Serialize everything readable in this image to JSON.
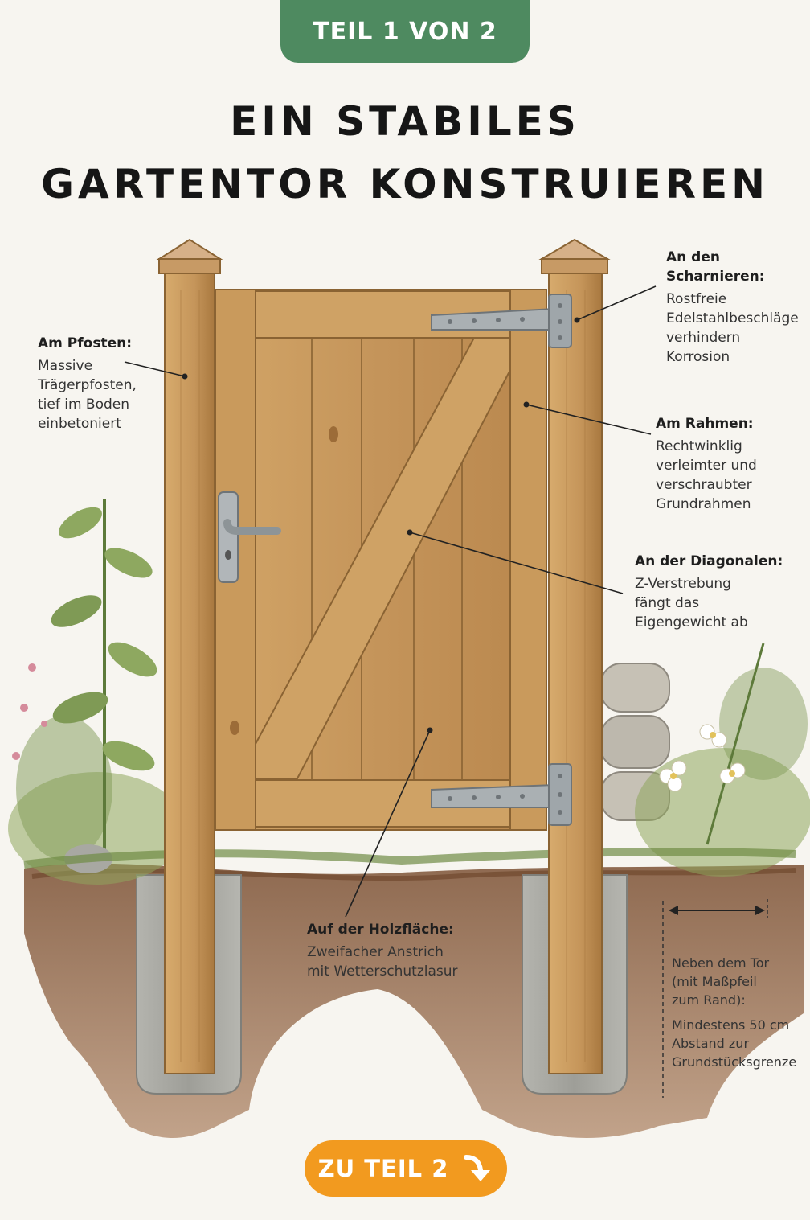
{
  "badge": {
    "text": "TEIL 1 VON 2"
  },
  "title": {
    "line1": "EIN STABILES",
    "line2": "GARTENTOR KONSTRUIEREN"
  },
  "annotations": {
    "post": {
      "head": "Am Pfosten:",
      "body": "Massive\nTrägerpfosten,\ntief im Boden\neinbetoniert"
    },
    "hinges": {
      "head": "An den\nScharnieren:",
      "body": "Rostfreie\nEdelstahlbeschläge\nverhindern\nKorrosion"
    },
    "frame": {
      "head": "Am Rahmen:",
      "body": "Rechtwinklig\nverleimter und\nverschraubter\nGrundrahmen"
    },
    "diagonal": {
      "head": "An der Diagonalen:",
      "body": "Z-Verstrebung\nfängt das\nEigengewicht ab"
    },
    "wood": {
      "head": "Auf der Holzfläche:",
      "body": "Zweifacher Anstrich\nmit Wetterschutzlasur"
    },
    "side": {
      "head": "Neben dem Tor\n(mit Maßpfeil\nzum Rand):",
      "body": "Mindestens 50 cm\nAbstand zur\nGrundstücksgrenze"
    }
  },
  "cta": {
    "label": "ZU TEIL 2",
    "icon": "arrow-down-icon"
  },
  "colors": {
    "badge": "#4e8a60",
    "cta": "#f29a1f",
    "wood": "#c99a5c",
    "wood_dark": "#a87840",
    "concrete": "#a9a9a3",
    "soil": "#8a5a3a",
    "metal": "#a8aeb2",
    "foliage": "#7f9a55"
  }
}
